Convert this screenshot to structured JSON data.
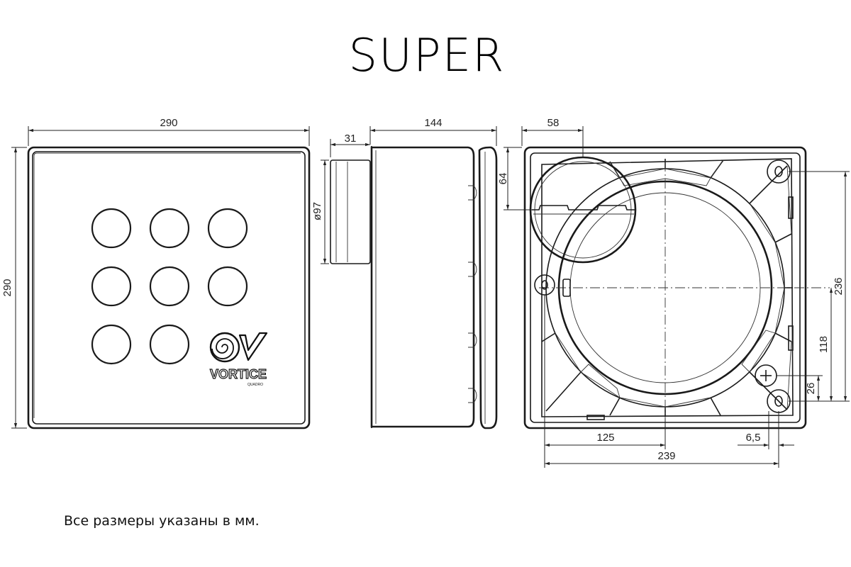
{
  "title": "SUPER",
  "note": "Все размеры указаны в мм.",
  "front_view": {
    "width_label": "290",
    "height_label": "290",
    "button_count": 8,
    "logo": {
      "brand": "VORTICE",
      "sub": "QUADRO"
    }
  },
  "side_view": {
    "spigot_length_label": "31",
    "depth_label": "144",
    "spigot_diameter_label": "ø97"
  },
  "rear_view": {
    "duct_offset_x_label": "58",
    "duct_offset_y_label": "64",
    "height_label": "236",
    "hole_height_label": "118",
    "screw_offset_label": "26",
    "center_x_label": "125",
    "screw_edge_label": "6,5",
    "width_label": "239"
  }
}
